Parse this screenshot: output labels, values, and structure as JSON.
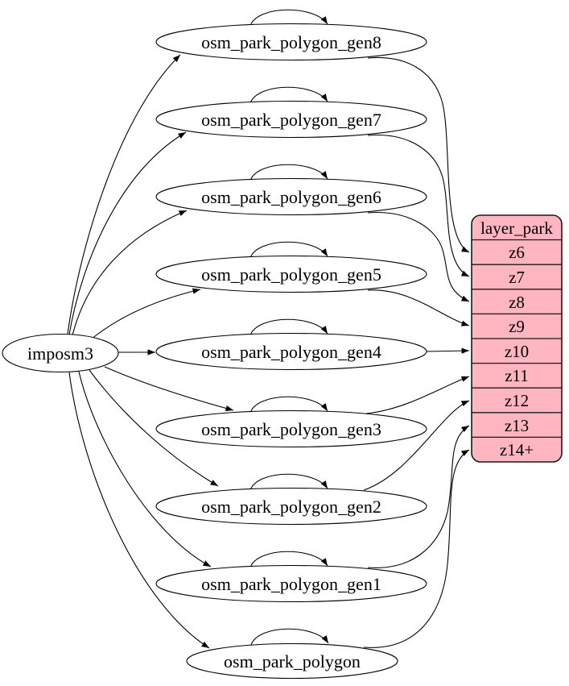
{
  "diagram": {
    "background": "#ffffff",
    "source_node": {
      "id": "imposm3",
      "label": "imposm3",
      "shape": "ellipse",
      "fill": "#ffffff",
      "stroke": "#000000"
    },
    "table_nodes": [
      {
        "id": "osm_park_polygon_gen8",
        "label": "osm_park_polygon_gen8",
        "self_loop": true,
        "maps_to_zoom": "z6"
      },
      {
        "id": "osm_park_polygon_gen7",
        "label": "osm_park_polygon_gen7",
        "self_loop": true,
        "maps_to_zoom": "z7"
      },
      {
        "id": "osm_park_polygon_gen6",
        "label": "osm_park_polygon_gen6",
        "self_loop": true,
        "maps_to_zoom": "z8"
      },
      {
        "id": "osm_park_polygon_gen5",
        "label": "osm_park_polygon_gen5",
        "self_loop": true,
        "maps_to_zoom": "z9"
      },
      {
        "id": "osm_park_polygon_gen4",
        "label": "osm_park_polygon_gen4",
        "self_loop": true,
        "maps_to_zoom": "z10"
      },
      {
        "id": "osm_park_polygon_gen3",
        "label": "osm_park_polygon_gen3",
        "self_loop": true,
        "maps_to_zoom": "z11"
      },
      {
        "id": "osm_park_polygon_gen2",
        "label": "osm_park_polygon_gen2",
        "self_loop": true,
        "maps_to_zoom": "z12"
      },
      {
        "id": "osm_park_polygon_gen1",
        "label": "osm_park_polygon_gen1",
        "self_loop": true,
        "maps_to_zoom": "z13"
      },
      {
        "id": "osm_park_polygon",
        "label": "osm_park_polygon",
        "self_loop": true,
        "maps_to_zoom": "z14+"
      }
    ],
    "record_node": {
      "id": "layer_park",
      "title": "layer_park",
      "rows": [
        "z6",
        "z7",
        "z8",
        "z9",
        "z10",
        "z11",
        "z12",
        "z13",
        "z14+"
      ],
      "fill": "#ffb6c1",
      "stroke": "#1a1a1a"
    },
    "edges": [
      {
        "from": "imposm3",
        "to": "osm_park_polygon_gen8"
      },
      {
        "from": "imposm3",
        "to": "osm_park_polygon_gen7"
      },
      {
        "from": "imposm3",
        "to": "osm_park_polygon_gen6"
      },
      {
        "from": "imposm3",
        "to": "osm_park_polygon_gen5"
      },
      {
        "from": "imposm3",
        "to": "osm_park_polygon_gen4"
      },
      {
        "from": "imposm3",
        "to": "osm_park_polygon_gen3"
      },
      {
        "from": "imposm3",
        "to": "osm_park_polygon_gen2"
      },
      {
        "from": "imposm3",
        "to": "osm_park_polygon_gen1"
      },
      {
        "from": "imposm3",
        "to": "osm_park_polygon"
      },
      {
        "from": "osm_park_polygon_gen8",
        "to": "osm_park_polygon_gen8",
        "type": "self_loop"
      },
      {
        "from": "osm_park_polygon_gen7",
        "to": "osm_park_polygon_gen7",
        "type": "self_loop"
      },
      {
        "from": "osm_park_polygon_gen6",
        "to": "osm_park_polygon_gen6",
        "type": "self_loop"
      },
      {
        "from": "osm_park_polygon_gen5",
        "to": "osm_park_polygon_gen5",
        "type": "self_loop"
      },
      {
        "from": "osm_park_polygon_gen4",
        "to": "osm_park_polygon_gen4",
        "type": "self_loop"
      },
      {
        "from": "osm_park_polygon_gen3",
        "to": "osm_park_polygon_gen3",
        "type": "self_loop"
      },
      {
        "from": "osm_park_polygon_gen2",
        "to": "osm_park_polygon_gen2",
        "type": "self_loop"
      },
      {
        "from": "osm_park_polygon_gen1",
        "to": "osm_park_polygon_gen1",
        "type": "self_loop"
      },
      {
        "from": "osm_park_polygon",
        "to": "osm_park_polygon",
        "type": "self_loop"
      },
      {
        "from": "osm_park_polygon_gen8",
        "to": "layer_park",
        "row": "z6"
      },
      {
        "from": "osm_park_polygon_gen7",
        "to": "layer_park",
        "row": "z7"
      },
      {
        "from": "osm_park_polygon_gen6",
        "to": "layer_park",
        "row": "z8"
      },
      {
        "from": "osm_park_polygon_gen5",
        "to": "layer_park",
        "row": "z9"
      },
      {
        "from": "osm_park_polygon_gen4",
        "to": "layer_park",
        "row": "z10"
      },
      {
        "from": "osm_park_polygon_gen3",
        "to": "layer_park",
        "row": "z11"
      },
      {
        "from": "osm_park_polygon_gen2",
        "to": "layer_park",
        "row": "z12"
      },
      {
        "from": "osm_park_polygon_gen1",
        "to": "layer_park",
        "row": "z13"
      },
      {
        "from": "osm_park_polygon",
        "to": "layer_park",
        "row": "z14+"
      }
    ]
  }
}
